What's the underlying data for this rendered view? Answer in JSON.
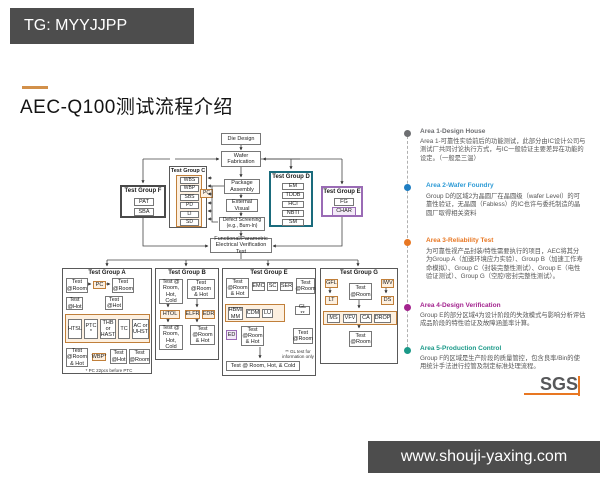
{
  "header": {
    "tag": "TG: MYYJJPP"
  },
  "title": "AEC-Q100测试流程介绍",
  "footer": {
    "url": "www.shouji-yaxing.com"
  },
  "logo": {
    "text": "SGS"
  },
  "colors": {
    "accent_orange": "#e87722",
    "area1": "#6d6e71",
    "area2": "#2e9bd6",
    "area3": "#e87722",
    "area4": "#a3238e",
    "area5": "#1a9988",
    "group_d_border": "#1a6b7c",
    "group_e_border": "#9a6bb5",
    "highlight": "#c07f3a"
  },
  "flow": {
    "chain": [
      "Die Design",
      "Wafer Fabrication",
      "Package Assembly",
      "External Visual",
      "Defect Screening (e.g., Burn-In)",
      "Functional/Parametric Electrical Verification Test"
    ],
    "group_f": {
      "title": "Test Group F",
      "items": [
        "PAT",
        "SBA"
      ]
    },
    "group_c": {
      "title": "Test Group C",
      "items": [
        "WBS",
        "WBP",
        "SBS",
        "PD",
        "LI",
        "SD"
      ],
      "side_item": "PC"
    },
    "group_d": {
      "title": "Test Group D",
      "items": [
        "EM",
        "TDDB",
        "HCI",
        "NBTI",
        "SM"
      ]
    },
    "group_e_top": {
      "title": "Test Group E",
      "items": [
        "FG",
        "CHAR"
      ]
    },
    "group_a": {
      "title": "Test Group A",
      "r1": [
        "Test @Room",
        "PC",
        "Test @Room"
      ],
      "r2": [
        "Test @Hot",
        "Test @Hot"
      ],
      "stress": [
        "HTSL",
        "PTC *",
        "THB or HAST",
        "TC",
        "AC or UHST"
      ],
      "r4": [
        "Test @Room & Hot",
        "WBP*",
        "Test @Hot",
        "Test @Room"
      ],
      "footnote": "* PC 22pcs before PTC"
    },
    "group_b": {
      "title": "Test Group B",
      "left": [
        "Test @ Room, Hot, Cold",
        "HTOL",
        "Test @ Room, Hot, Cold"
      ],
      "right": [
        "Test @Room & Hot",
        "ELFR",
        "EDR",
        "Test @Room & Hot"
      ]
    },
    "group_e_bottom": {
      "title": "Test Group E",
      "r1": [
        "Test @Room & Hot",
        "EMC",
        "SC",
        "SER",
        "Test @Room"
      ],
      "esd": [
        "HBM/ MM",
        "CDM",
        "LU"
      ],
      "gl": "GL **",
      "r3": [
        "ED",
        "Test @Room & Hot",
        "Test @Room"
      ],
      "footnote": "** GL test for information only",
      "bottom": "Test @ Room, Hot, & Cold"
    },
    "group_g": {
      "title": "Test Group G",
      "left_col": [
        "GFL",
        "LT"
      ],
      "center": "Test @Room",
      "right_col": [
        "IWV",
        "DS"
      ],
      "mech": [
        "MS",
        "VFV",
        "CA",
        "DROP"
      ],
      "bottom": "Test @Room"
    }
  },
  "areas": [
    {
      "heading": "Area 1-Design House",
      "color": "#6d6e71",
      "body": "Area 1-可靠性实验前后的功能测试，此部分由IC设计公司与测试厂共同讨论执行方式，与IC一般验证主要差异在功能的设定。（一般是三温）"
    },
    {
      "heading": "Area 2-Wafer Foundry",
      "color": "#2e9bd6",
      "body": "Group D的区域2为晶圆厂在晶圆级（wafer Level）的可靠性验证，无晶圆（Fabless）的IC也许与委托制造的晶圆厂取得相关资料"
    },
    {
      "heading": "Area 3-Reliability Test",
      "color": "#e87722",
      "body": "为可靠性视产品封装/特性需要执行的项目，AEC将其分为Group A（加速环境应力实验）、Group B（加速工作寿命模拟）、Group C（封装完整性测试）、Group E（电性验证测试）、Group G（空腔/密封完整性测试）。"
    },
    {
      "heading": "Area 4-Design Verification",
      "color": "#a3238e",
      "body": "Group E的部分区域4为设计阶段的失效模式与影响分析评估成品阶段的特性验证及故障涵盖率计算。"
    },
    {
      "heading": "Area 5-Production Control",
      "color": "#1a9988",
      "body": "Group F的区域是生产阶段的质量管控，包含良率/Bin的使用统计手法进行控管及制定标准处理流程。"
    }
  ]
}
